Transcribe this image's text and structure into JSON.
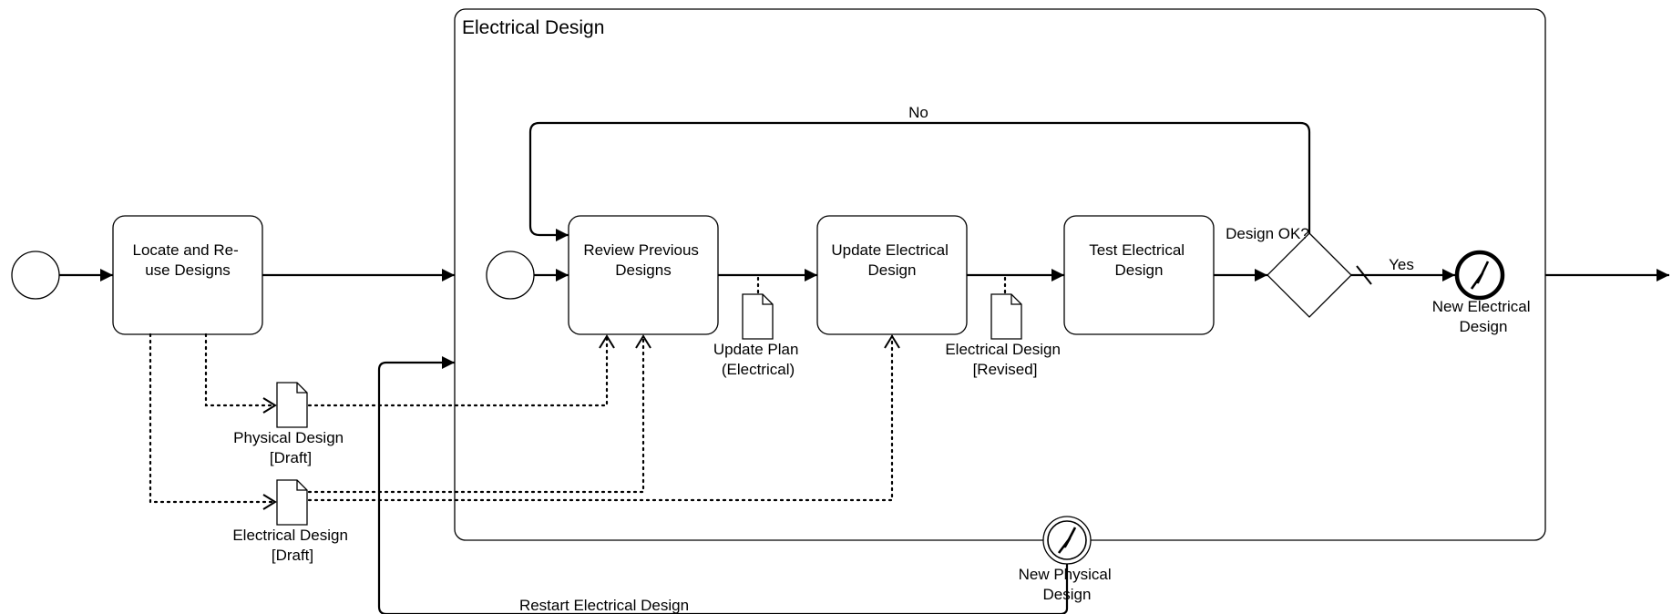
{
  "subprocess": {
    "title": "Electrical Design"
  },
  "tasks": {
    "locate": [
      "Locate and Re-",
      "use Designs"
    ],
    "review": [
      "Review Previous",
      "Designs"
    ],
    "update": [
      "Update Electrical",
      "Design"
    ],
    "test": [
      "Test Electrical",
      "Design"
    ]
  },
  "data_objects": {
    "physical_draft": [
      "Physical Design",
      "[Draft]"
    ],
    "electrical_draft": [
      "Electrical Design",
      "[Draft]"
    ],
    "update_plan": [
      "Update Plan",
      "(Electrical)"
    ],
    "electrical_revised": [
      "Electrical Design",
      "[Revised]"
    ]
  },
  "gateway": {
    "label": "Design OK?"
  },
  "flow_labels": {
    "no": "No",
    "yes": "Yes",
    "restart": "Restart Electrical Design"
  },
  "events": {
    "end_signal": [
      "New Electrical",
      "Design"
    ],
    "boundary_signal": [
      "New Physical",
      "Design"
    ]
  },
  "colors": {
    "stroke": "#000000",
    "fill": "#ffffff"
  }
}
